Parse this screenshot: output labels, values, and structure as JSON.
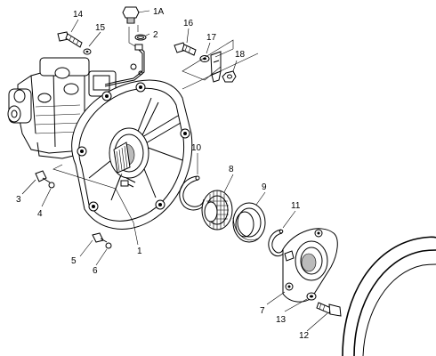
{
  "diagram": {
    "callouts": [
      {
        "id": "c-1A",
        "text": "1A"
      },
      {
        "id": "c-2",
        "text": "2"
      },
      {
        "id": "c-14",
        "text": "14"
      },
      {
        "id": "c-15",
        "text": "15"
      },
      {
        "id": "c-16",
        "text": "16"
      },
      {
        "id": "c-17",
        "text": "17"
      },
      {
        "id": "c-18",
        "text": "18"
      },
      {
        "id": "c-10",
        "text": "10"
      },
      {
        "id": "c-8",
        "text": "8"
      },
      {
        "id": "c-9",
        "text": "9"
      },
      {
        "id": "c-11",
        "text": "11"
      },
      {
        "id": "c-3",
        "text": "3"
      },
      {
        "id": "c-4",
        "text": "4"
      },
      {
        "id": "c-5",
        "text": "5"
      },
      {
        "id": "c-6",
        "text": "6"
      },
      {
        "id": "c-1",
        "text": "1"
      },
      {
        "id": "c-7",
        "text": "7"
      },
      {
        "id": "c-13",
        "text": "13"
      },
      {
        "id": "c-12",
        "text": "12"
      }
    ]
  }
}
